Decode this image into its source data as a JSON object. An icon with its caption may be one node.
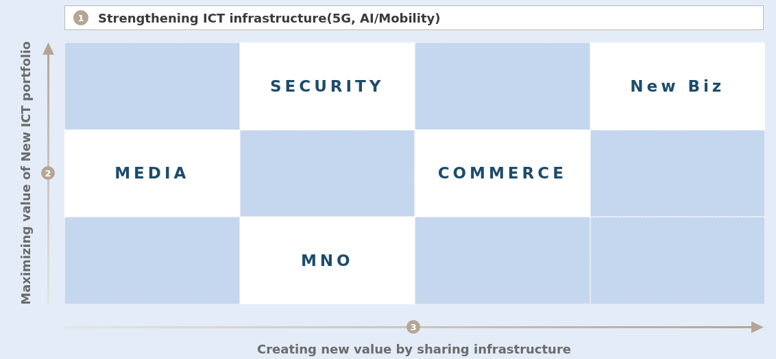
{
  "diagram": {
    "nodes": [
      {
        "text": [
          "1",
          "Strengthening ICT infrastructure(5G, AI/Mobility)"
        ]
      },
      {
        "text": [],
        "shape": "box"
      },
      {
        "text": [
          "SECURITY"
        ]
      },
      {
        "text": [],
        "shape": "box"
      },
      {
        "text": [
          "New Biz"
        ]
      },
      {
        "text": [
          "MEDIA"
        ]
      },
      {
        "text": [],
        "shape": "box"
      },
      {
        "text": [
          "COMMERCE"
        ]
      },
      {
        "text": [],
        "shape": "box"
      },
      {
        "text": [],
        "shape": "box"
      },
      {
        "text": [
          "MNO"
        ]
      },
      {
        "text": [],
        "shape": "box"
      },
      {
        "text": [],
        "shape": "box"
      }
    ],
    "edges": [],
    "labels": [
      "Maximizing value of New ICT portfolio",
      "2",
      "3",
      "Creating new value by sharing infrastructure"
    ]
  }
}
